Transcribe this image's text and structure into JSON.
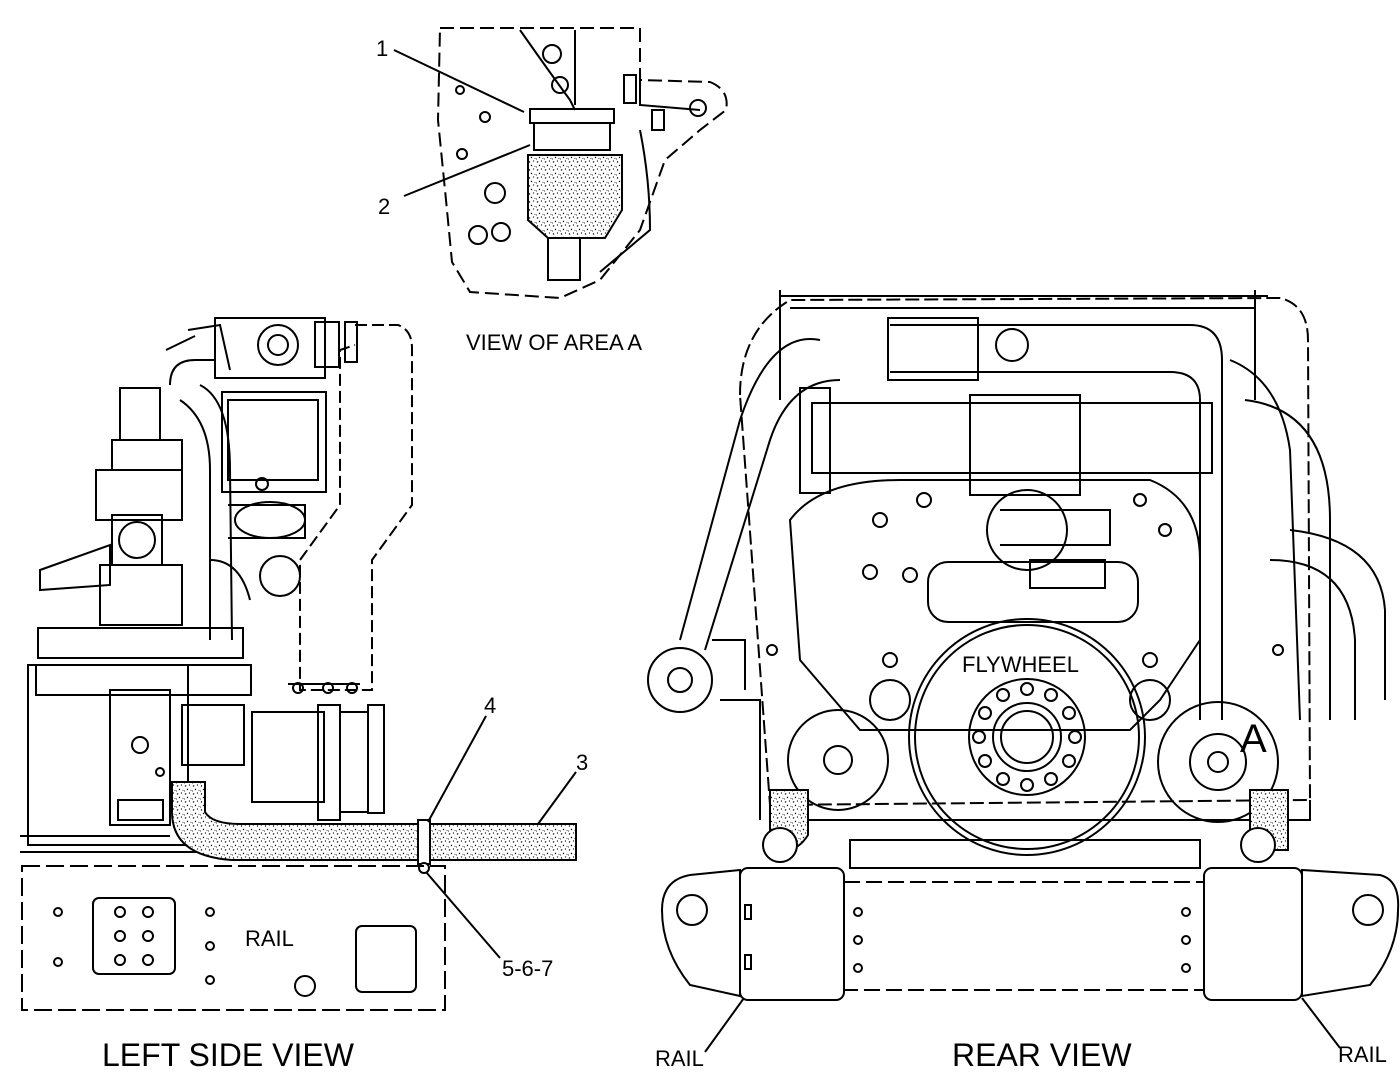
{
  "callouts": {
    "c1": "1",
    "c2": "2",
    "c3": "3",
    "c4": "4",
    "c567": "5-6-7"
  },
  "labels": {
    "view_area_a": "VIEW OF AREA  A",
    "flywheel": "FLYWHEEL",
    "area_a_marker": "A",
    "rail_left_side": "RAIL",
    "rail_rear_left": "RAIL",
    "rail_rear_right": "RAIL"
  },
  "captions": {
    "left_side_view": "LEFT SIDE VIEW",
    "rear_view": "REAR VIEW"
  },
  "colors": {
    "line": "#000000",
    "background": "#ffffff"
  }
}
